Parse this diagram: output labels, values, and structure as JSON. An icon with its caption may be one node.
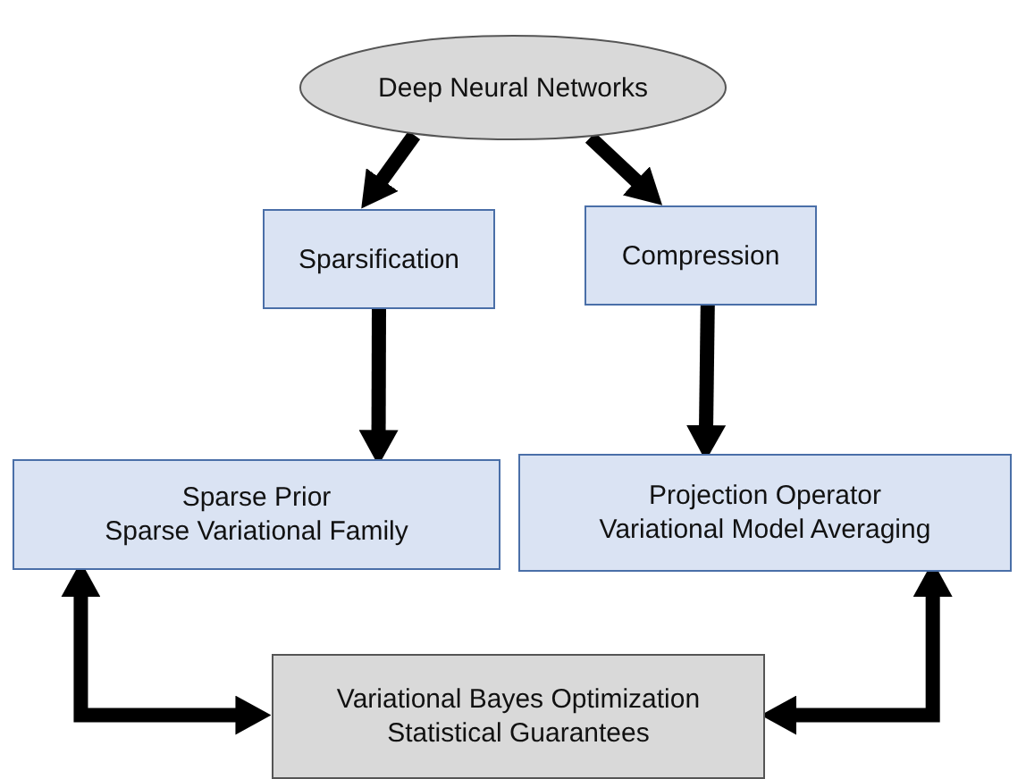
{
  "diagram": {
    "nodes": [
      {
        "text": [
          "Deep Neural Networks"
        ]
      },
      {
        "text": [
          "Sparsification"
        ]
      },
      {
        "text": [
          "Compression"
        ]
      },
      {
        "text": [
          "Sparse Prior",
          "Sparse Variational Family"
        ]
      },
      {
        "text": [
          "Projection Operator",
          "Variational Model Averaging"
        ]
      },
      {
        "text": [
          "Variational Bayes Optimization",
          "Statistical Guarantees"
        ]
      }
    ],
    "edges": [
      {
        "from": 0,
        "to": 1,
        "arrow": "to"
      },
      {
        "from": 0,
        "to": 2,
        "arrow": "to"
      },
      {
        "from": 1,
        "to": 3,
        "arrow": "to"
      },
      {
        "from": 2,
        "to": 4,
        "arrow": "to"
      },
      {
        "from": 3,
        "to": 5,
        "arrow": "both"
      },
      {
        "from": 4,
        "to": 5,
        "arrow": "both"
      }
    ]
  }
}
